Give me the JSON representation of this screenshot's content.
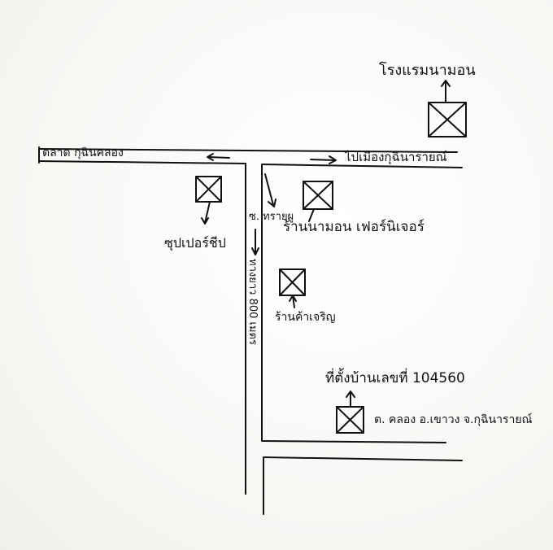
{
  "colors": {
    "ink": "#111111",
    "paper": "#fbfbf9"
  },
  "labels": {
    "hotel": "โรงแรมนามอน",
    "road_west": "ตลาด กุฉินคลอง",
    "road_east": "ไปเมืองกุฉินารายณ์",
    "supermarket": "ซุปเปอร์ชีป",
    "soi_name": "ซ. ทรายผู",
    "furniture": "ร้านนามอน เฟอร์นิเจอร์",
    "soi_distance": "ทางยาว 800 เมตร",
    "soi_side_shop": "ร้านค้าเจริญ",
    "target_address": "ที่ตั้งบ้านเลขที่ 104560",
    "target_location": "ต. คลอง อ.เขาวง จ.กุฉินารายณ์"
  },
  "icons": {
    "building": "box-with-x-icon",
    "direction": "arrow-icon"
  }
}
